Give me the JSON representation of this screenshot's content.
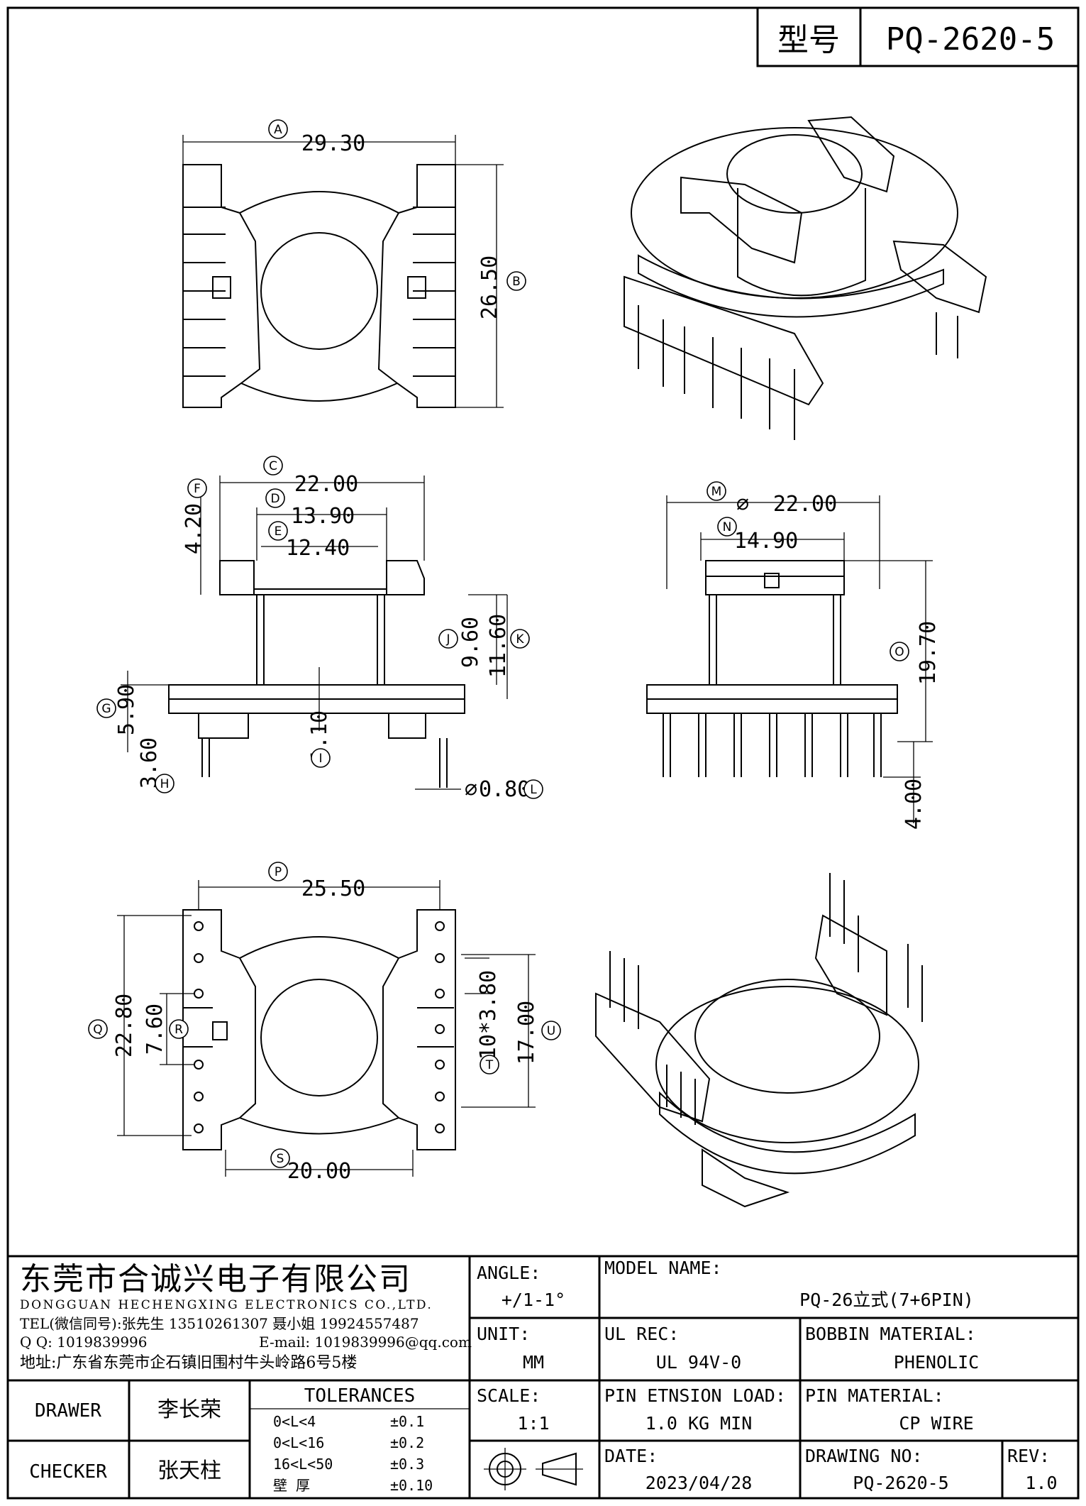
{
  "title_block": {
    "model_label": "型号",
    "model_value": "PQ-2620-5"
  },
  "dimensions": {
    "A": "29.30",
    "B": "26.50",
    "C": "22.00",
    "D": "13.90",
    "E": "12.40",
    "F": "4.20",
    "G": "5.90",
    "H": "3.60",
    "I": "1.10",
    "J": "9.60",
    "K": "11.60",
    "L": "0.80",
    "M": "22.00",
    "N": "14.90",
    "O": "19.70",
    "P": "25.50",
    "Q": "22.80",
    "R": "7.60",
    "S": "20.00",
    "T": "10*3.80",
    "U": "17.00",
    "pin_len": "4.00",
    "diameter_symbol": "⌀"
  },
  "company": {
    "name_cn": "东莞市合诚兴电子有限公司",
    "name_en": "DONGGUAN HECHENGXING ELECTRONICS CO.,LTD.",
    "tel": "TEL(微信同号):张先生 13510261307 聂小姐 19924557487",
    "qq": "Q Q: 1019839996",
    "email": "E-mail: 1019839996@qq.com",
    "address": "地址:广东省东莞市企石镇旧围村牛头岭路6号5楼"
  },
  "fields": {
    "angle_label": "ANGLE:",
    "angle_value": "+/1-1°",
    "unit_label": "UNIT:",
    "unit_value": "MM",
    "scale_label": "SCALE:",
    "scale_value": "1:1",
    "model_name_label": "MODEL NAME:",
    "model_name_value": "PQ-26立式(7+6PIN)",
    "ul_label": "UL REC:",
    "ul_value": "UL 94V-0",
    "bobbin_label": "BOBBIN MATERIAL:",
    "bobbin_value": "PHENOLIC",
    "pin_load_label": "PIN ETNSION LOAD:",
    "pin_load_value": "1.0 KG MIN",
    "pin_material_label": "PIN MATERIAL:",
    "pin_material_value": "CP WIRE",
    "date_label": "DATE:",
    "date_value": "2023/04/28",
    "drawing_no_label": "DRAWING NO:",
    "drawing_no_value": "PQ-2620-5",
    "rev_label": "REV:",
    "rev_value": "1.0"
  },
  "people": {
    "drawer_label": "DRAWER",
    "drawer_value": "李长荣",
    "checker_label": "CHECKER",
    "checker_value": "张天柱"
  },
  "tolerances": {
    "title": "TOLERANCES",
    "rows": [
      {
        "range": "0<L<4",
        "value": "±0.1"
      },
      {
        "range": "0<L<16",
        "value": "±0.2"
      },
      {
        "range": "16<L<50",
        "value": "±0.3"
      },
      {
        "range": "壁  厚",
        "value": "±0.10"
      }
    ]
  }
}
